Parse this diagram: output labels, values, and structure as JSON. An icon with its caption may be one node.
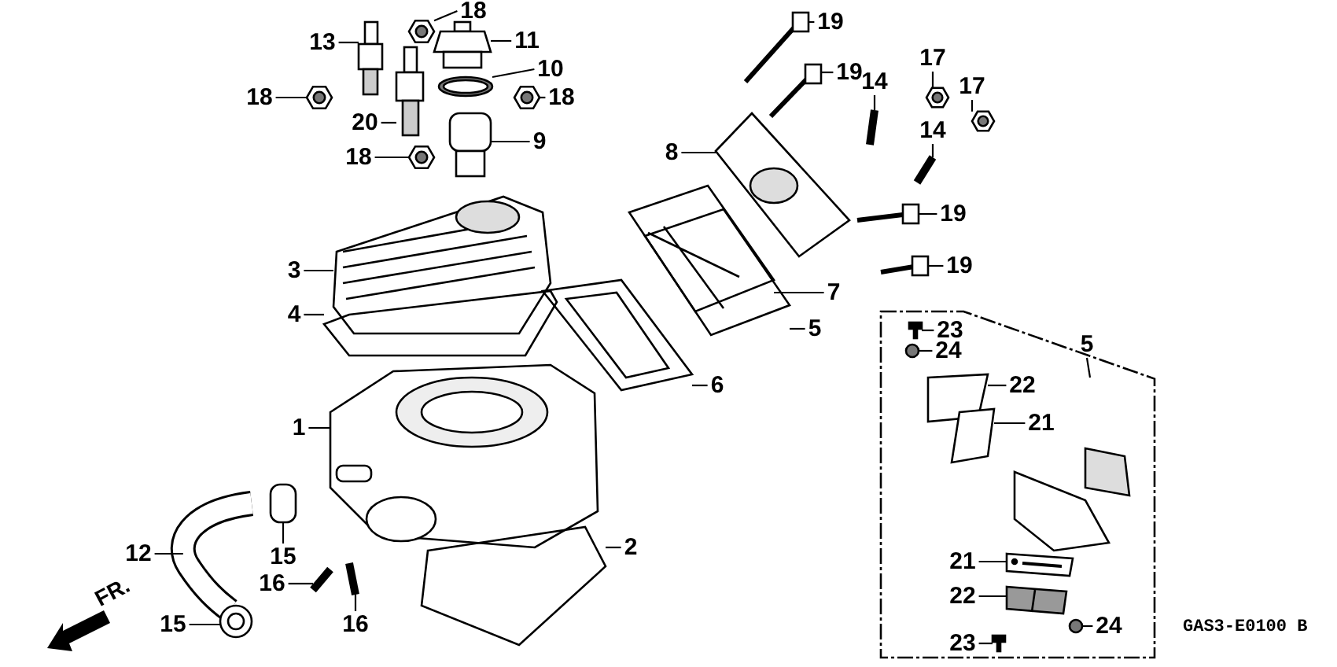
{
  "diagram": {
    "nodes": [
      {
        "text": [
          "18"
        ]
      },
      {
        "text": [
          "19"
        ]
      },
      {
        "text": [
          "13"
        ]
      },
      {
        "text": [
          "11"
        ]
      },
      {
        "text": [
          "17"
        ]
      },
      {
        "text": [
          "10"
        ]
      },
      {
        "text": [
          "19"
        ]
      },
      {
        "text": [
          "14"
        ]
      },
      {
        "text": [
          "17"
        ]
      },
      {
        "text": [
          "18"
        ]
      },
      {
        "text": [
          "18"
        ]
      },
      {
        "text": [
          "20"
        ]
      },
      {
        "text": [
          "14"
        ]
      },
      {
        "text": [
          "9"
        ]
      },
      {
        "text": [
          "8"
        ]
      },
      {
        "text": [
          "18"
        ]
      },
      {
        "text": [
          "19"
        ]
      },
      {
        "text": [
          "3"
        ]
      },
      {
        "text": [
          "19"
        ]
      },
      {
        "text": [
          "7"
        ]
      },
      {
        "text": [],
        "shape": "box"
      },
      {
        "text": [
          "4"
        ]
      },
      {
        "text": [
          "5"
        ]
      },
      {
        "text": [
          "23"
        ],
        "in": 20
      },
      {
        "text": [
          "5"
        ],
        "in": 20
      },
      {
        "text": [
          "24"
        ],
        "in": 20
      },
      {
        "text": [
          "6"
        ]
      },
      {
        "text": [
          "22"
        ],
        "in": 20
      },
      {
        "text": [
          "1"
        ]
      },
      {
        "text": [
          "21"
        ],
        "in": 20
      },
      {
        "text": [
          "2"
        ]
      },
      {
        "text": [
          "12"
        ]
      },
      {
        "text": [
          "15"
        ]
      },
      {
        "text": [
          "21"
        ],
        "in": 20
      },
      {
        "text": [
          "16"
        ]
      },
      {
        "text": [
          "22"
        ],
        "in": 20
      },
      {
        "text": [
          "24"
        ],
        "in": 20
      },
      {
        "text": [
          "15"
        ]
      },
      {
        "text": [
          "16"
        ]
      },
      {
        "text": [
          "23"
        ],
        "in": 20
      },
      {
        "text": [],
        "shape": "picture"
      },
      {
        "text": [],
        "shape": "picture"
      },
      {
        "text": [],
        "shape": "picture"
      },
      {
        "text": [],
        "shape": "picture"
      },
      {
        "text": [],
        "shape": "picture"
      },
      {
        "text": [],
        "shape": "picture"
      },
      {
        "text": [],
        "shape": "picture"
      },
      {
        "text": [],
        "shape": "picture"
      },
      {
        "text": [],
        "shape": "picture"
      },
      {
        "text": [],
        "shape": "picture"
      },
      {
        "text": [],
        "shape": "picture"
      },
      {
        "text": [],
        "shape": "picture"
      },
      {
        "text": [],
        "shape": "picture"
      },
      {
        "text": [],
        "shape": "picture"
      },
      {
        "text": [],
        "shape": "picture"
      },
      {
        "text": [],
        "shape": "picture"
      },
      {
        "text": [],
        "shape": "picture"
      },
      {
        "text": [],
        "shape": "picture"
      },
      {
        "text": [],
        "shape": "picture"
      },
      {
        "text": [],
        "shape": "picture"
      },
      {
        "text": [],
        "shape": "picture"
      },
      {
        "text": [],
        "shape": "picture"
      },
      {
        "text": [],
        "shape": "picture",
        "in": 20
      },
      {
        "text": [],
        "shape": "picture",
        "in": 20
      },
      {
        "text": [],
        "shape": "picture"
      },
      {
        "text": [],
        "shape": "picture",
        "in": 20
      },
      {
        "text": [],
        "shape": "picture"
      },
      {
        "text": [],
        "shape": "picture",
        "in": 20
      },
      {
        "text": [],
        "shape": "picture"
      },
      {
        "text": [],
        "shape": "picture"
      },
      {
        "text": [],
        "shape": "picture"
      },
      {
        "text": [],
        "shape": "picture",
        "in": 20
      },
      {
        "text": [],
        "shape": "picture"
      },
      {
        "text": [],
        "shape": "picture",
        "in": 20
      },
      {
        "text": [],
        "shape": "picture",
        "in": 20
      },
      {
        "text": [],
        "shape": "picture"
      },
      {
        "text": [],
        "shape": "picture"
      },
      {
        "text": [],
        "shape": "picture",
        "in": 20
      }
    ],
    "edges": [
      {
        "from": 0,
        "to": 40,
        "arrow": "none"
      },
      {
        "from": 1,
        "to": 41,
        "arrow": "none"
      },
      {
        "from": 2,
        "to": 42,
        "arrow": "none"
      },
      {
        "from": 3,
        "to": 43,
        "arrow": "none"
      },
      {
        "from": 4,
        "to": 44,
        "arrow": "none"
      },
      {
        "from": 5,
        "to": 45,
        "arrow": "none"
      },
      {
        "from": 6,
        "to": 46,
        "arrow": "none"
      },
      {
        "from": 7,
        "to": 47,
        "arrow": "none"
      },
      {
        "from": 8,
        "to": 48,
        "arrow": "none"
      },
      {
        "from": 9,
        "to": 49,
        "arrow": "none"
      },
      {
        "from": 10,
        "to": 50,
        "arrow": "none"
      },
      {
        "from": 11,
        "to": 51,
        "arrow": "none"
      },
      {
        "from": 12,
        "to": 52,
        "arrow": "none"
      },
      {
        "from": 13,
        "to": 53,
        "arrow": "none"
      },
      {
        "from": 14,
        "to": 54,
        "arrow": "none"
      },
      {
        "from": 15,
        "to": 55,
        "arrow": "none"
      },
      {
        "from": 16,
        "to": 56,
        "arrow": "none"
      },
      {
        "from": 17,
        "to": 57,
        "arrow": "none"
      },
      {
        "from": 18,
        "to": 58,
        "arrow": "none"
      },
      {
        "from": 19,
        "to": 59,
        "arrow": "none"
      },
      {
        "from": 21,
        "to": 60,
        "arrow": "none"
      },
      {
        "from": 22,
        "to": 61,
        "arrow": "none"
      },
      {
        "from": 23,
        "to": 62,
        "arrow": "none"
      },
      {
        "from": 24,
        "to": 20,
        "arrow": "none"
      },
      {
        "from": 25,
        "to": 63,
        "arrow": "none"
      },
      {
        "from": 26,
        "to": 64,
        "arrow": "none"
      },
      {
        "from": 27,
        "to": 65,
        "arrow": "none"
      },
      {
        "from": 28,
        "to": 66,
        "arrow": "none"
      },
      {
        "from": 29,
        "to": 67,
        "arrow": "none"
      },
      {
        "from": 30,
        "to": 68,
        "arrow": "none"
      },
      {
        "from": 31,
        "to": 69,
        "arrow": "none"
      },
      {
        "from": 32,
        "to": 70,
        "arrow": "none"
      },
      {
        "from": 33,
        "to": 71,
        "arrow": "none"
      },
      {
        "from": 34,
        "to": 72,
        "arrow": "none"
      },
      {
        "from": 35,
        "to": 73,
        "arrow": "none"
      },
      {
        "from": 36,
        "to": 74,
        "arrow": "none"
      },
      {
        "from": 37,
        "to": 75,
        "arrow": "none"
      },
      {
        "from": 38,
        "to": 76,
        "arrow": "none"
      },
      {
        "from": 39,
        "to": 77,
        "arrow": "none"
      }
    ],
    "labels": [
      "FR.",
      "GAS3-E0100 B"
    ]
  }
}
